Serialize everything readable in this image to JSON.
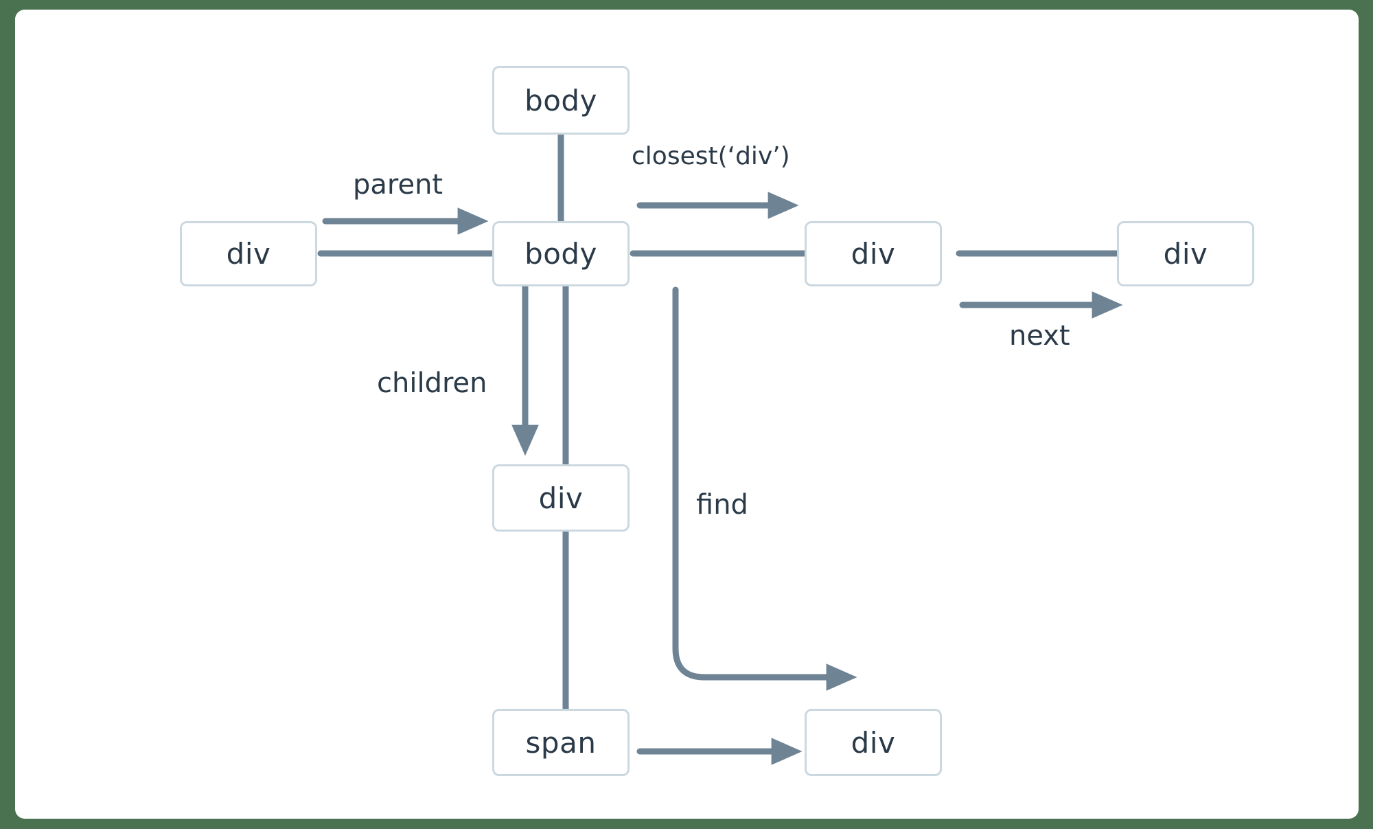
{
  "canvas": {
    "background_color": "#4a7250",
    "card_color": "#ffffff",
    "node_border_color": "#ccd8e0",
    "wire_color": "#6e8394",
    "text_color": "#2b3a48"
  },
  "nodes": {
    "body_top": "body",
    "div_left": "div",
    "body_center": "body",
    "div_right": "div",
    "div_far_right": "div",
    "div_children": "div",
    "span_bottom": "span",
    "div_bottom_right": "div"
  },
  "labels": {
    "parent": "parent",
    "closest": "closest(‘div’)",
    "next": "next",
    "children": "children",
    "find": "find"
  }
}
